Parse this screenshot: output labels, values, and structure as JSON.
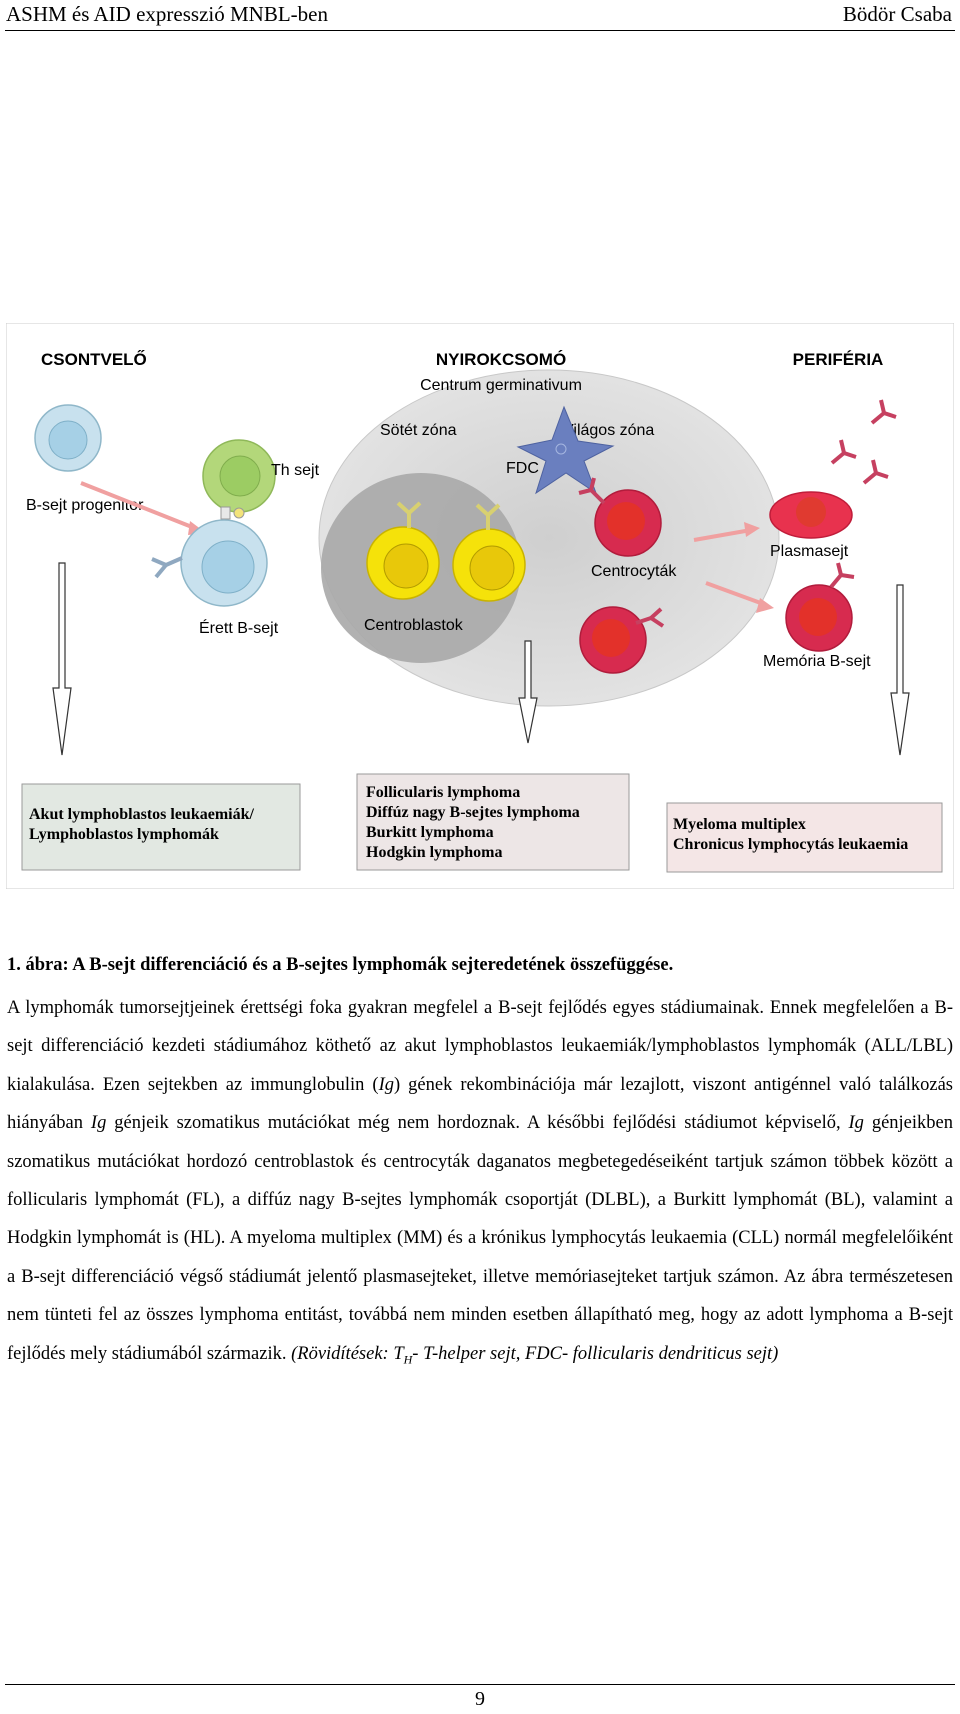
{
  "header": {
    "left": "ASHM és AID expresszió MNBL-ben",
    "right": "Bödör Csaba"
  },
  "figure": {
    "region_bone_marrow": "CSONTVELŐ",
    "region_lymph_node": "NYIROKCSOMÓ",
    "region_germinal_center": "Centrum germinativum",
    "region_periphery": "PERIFÉRIA",
    "dark_zone": "Sötét  zóna",
    "light_zone": "Világos  zóna",
    "th_cell": "Th sejt",
    "fdc": "FDC",
    "b_progenitor": "B-sejt progenitor",
    "centrocytes": "Centrocyták",
    "plasma_cell": "Plasmasejt",
    "mature_b": "Érett B-sejt",
    "centroblasts": "Centroblastok",
    "memory_b": "Memória B-sejt",
    "box1_line1": "Akut lymphoblastos leukaemiák/",
    "box1_line2": "Lymphoblastos lymphomák",
    "box2_line1": "Follicularis lymphoma",
    "box2_line2": "Diffúz nagy B-sejtes lymphoma",
    "box2_line3": "Burkitt lymphoma",
    "box2_line4": "Hodgkin lymphoma",
    "box3_line1": "Myeloma multiplex",
    "box3_line2": "Chronicus lymphocytás leukaemia"
  },
  "caption": "1. ábra: A B-sejt differenciáció és a B-sejtes lymphomák sejteredetének összefüggése.",
  "paragraph": {
    "t1": "A lymphomák tumorsejtjeinek érettségi foka gyakran megfelel a B-sejt fejlődés egyes stádiumainak. Ennek megfelelően a B-sejt differenciáció kezdeti stádiumához köthető az akut lymphoblastos leukaemiák/lymphoblastos lymphomák (ALL/LBL) kialakulása. Ezen sejtekben az immunglobulin (",
    "ig1": "Ig",
    "t2": ") gének rekombinációja már lezajlott, viszont antigénnel való találkozás hiányában ",
    "ig2": "Ig",
    "t3": " génjeik szomatikus mutációkat még nem hordoznak. A későbbi fejlődési stádiumot képviselő, ",
    "ig3": "Ig",
    "t4": " génjeikben szomatikus mutációkat hordozó centroblastok és centrocyták daganatos megbetegedéseiként tartjuk számon többek között a follicularis lymphomát (FL), a diffúz nagy B-sejtes lymphomák csoportját (DLBL), a Burkitt lymphomát (BL), valamint a Hodgkin lymphomát is (HL). A myeloma multiplex (MM) és a krónikus lymphocytás leukaemia (CLL) normál megfelelőiként a B-sejt differenciáció végső stádiumát jelentő plasmasejteket, illetve memóriasejteket tartjuk számon. Az ábra természetesen nem tünteti fel az összes lymphoma entitást, továbbá nem minden esetben állapítható meg, hogy az adott lymphoma a B-sejt fejlődés mely stádiumából származik. ",
    "abbr_a": "(Rövidítések: T",
    "abbr_sub": "H",
    "abbr_b": "- T-helper sejt, FDC- follicularis dendriticus sejt)"
  },
  "page_number": "9"
}
